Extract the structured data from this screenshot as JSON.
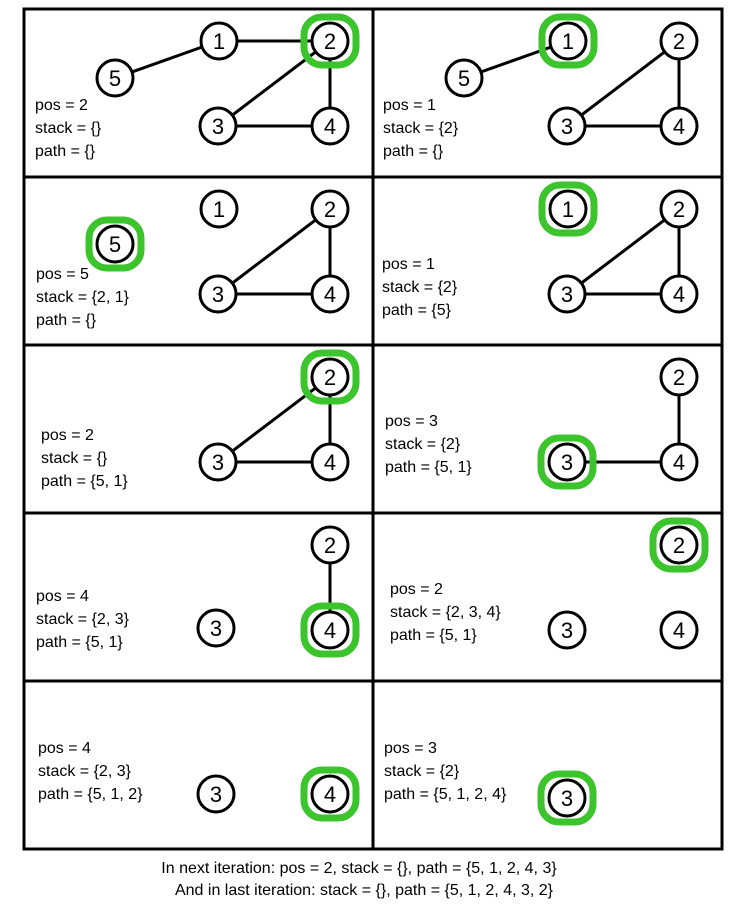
{
  "highlight_color": "#3cc42c",
  "panels": [
    {
      "lines": [
        "pos = 2",
        "stack = {}",
        "path = {}"
      ],
      "nodes": [
        "1",
        "2",
        "3",
        "4",
        "5"
      ],
      "edges": [
        [
          "5",
          "1"
        ],
        [
          "1",
          "2"
        ],
        [
          "2",
          "3"
        ],
        [
          "2",
          "4"
        ],
        [
          "3",
          "4"
        ]
      ],
      "highlighted": "2"
    },
    {
      "lines": [
        "pos = 1",
        "stack = {2}",
        "path = {}"
      ],
      "nodes": [
        "1",
        "2",
        "3",
        "4",
        "5"
      ],
      "edges": [
        [
          "5",
          "1"
        ],
        [
          "2",
          "3"
        ],
        [
          "2",
          "4"
        ],
        [
          "3",
          "4"
        ]
      ],
      "highlighted": "1"
    },
    {
      "lines": [
        "pos = 5",
        "stack = {2, 1}",
        "path = {}"
      ],
      "nodes": [
        "1",
        "2",
        "3",
        "4",
        "5"
      ],
      "edges": [
        [
          "2",
          "3"
        ],
        [
          "2",
          "4"
        ],
        [
          "3",
          "4"
        ]
      ],
      "highlighted": "5"
    },
    {
      "lines": [
        "pos = 1",
        "stack = {2}",
        "path = {5}"
      ],
      "nodes": [
        "1",
        "2",
        "3",
        "4"
      ],
      "edges": [
        [
          "2",
          "3"
        ],
        [
          "2",
          "4"
        ],
        [
          "3",
          "4"
        ]
      ],
      "highlighted": "1"
    },
    {
      "lines": [
        "pos = 2",
        "stack = {}",
        "path = {5, 1}"
      ],
      "nodes": [
        "2",
        "3",
        "4"
      ],
      "edges": [
        [
          "2",
          "3"
        ],
        [
          "2",
          "4"
        ],
        [
          "3",
          "4"
        ]
      ],
      "highlighted": "2"
    },
    {
      "lines": [
        "pos = 3",
        "stack = {2}",
        "path = {5, 1}"
      ],
      "nodes": [
        "2",
        "3",
        "4"
      ],
      "edges": [
        [
          "2",
          "4"
        ],
        [
          "3",
          "4"
        ]
      ],
      "highlighted": "3"
    },
    {
      "lines": [
        "pos = 4",
        "stack = {2, 3}",
        "path = {5, 1}"
      ],
      "nodes": [
        "2",
        "3",
        "4"
      ],
      "edges": [
        [
          "2",
          "4"
        ]
      ],
      "highlighted": "4"
    },
    {
      "lines": [
        "pos = 2",
        "stack = {2, 3, 4}",
        "path = {5, 1}"
      ],
      "nodes": [
        "2",
        "3",
        "4"
      ],
      "edges": [],
      "highlighted": "2"
    },
    {
      "lines": [
        "pos = 4",
        "stack = {2, 3}",
        "path = {5, 1, 2}"
      ],
      "nodes": [
        "3",
        "4"
      ],
      "edges": [],
      "highlighted": "4"
    },
    {
      "lines": [
        "pos = 3",
        "stack = {2}",
        "path = {5, 1, 2, 4}"
      ],
      "nodes": [
        "3"
      ],
      "edges": [],
      "highlighted": "3"
    }
  ],
  "footer": {
    "line1": "In next iteration: pos = 2, stack = {}, path = {5, 1, 2, 4, 3}",
    "line2": "And in last iteration: stack = {}, path = {5, 1, 2, 4, 3, 2}"
  }
}
